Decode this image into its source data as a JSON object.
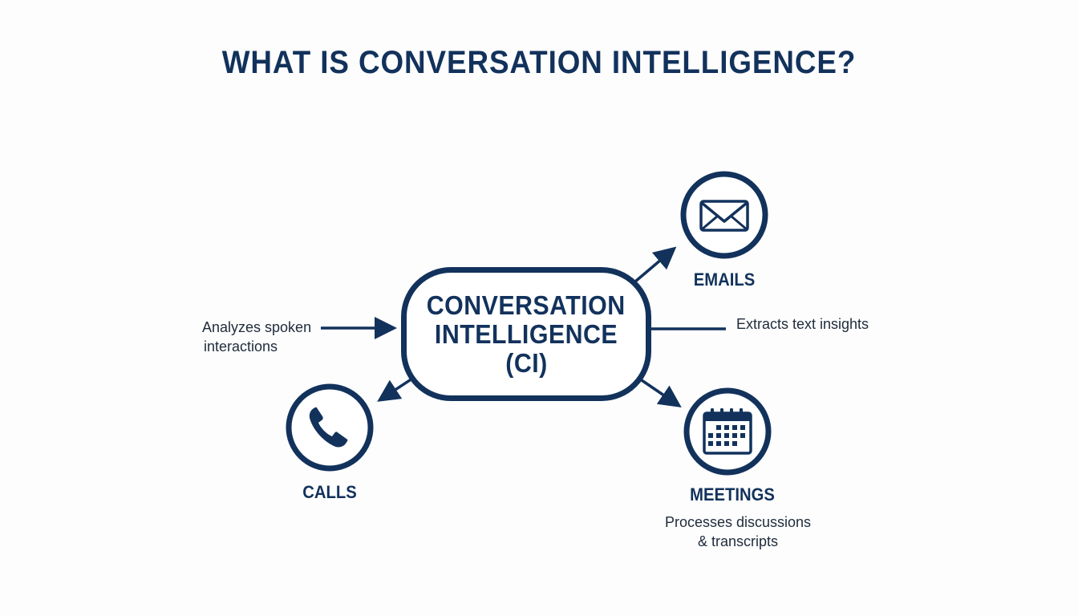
{
  "title": "WHAT IS CONVERSATION INTELLIGENCE?",
  "center": {
    "lines": [
      "CONVERSATION",
      "INTELLIGENCE",
      "(CI)"
    ]
  },
  "nodes": {
    "emails": {
      "label": "EMAILS",
      "icon": "envelope-icon"
    },
    "calls": {
      "label": "CALLS",
      "icon": "phone-icon"
    },
    "meetings": {
      "label": "MEETINGS",
      "icon": "calendar-icon"
    }
  },
  "notes": {
    "left": [
      "Analyzes spoken",
      "interactions"
    ],
    "right": "Extracts text insights",
    "meetings": [
      "Processes discussions",
      "& transcripts"
    ]
  },
  "colors": {
    "navy": "#12325c",
    "text": "#1f2b3b",
    "background": "#fdfdfd"
  }
}
